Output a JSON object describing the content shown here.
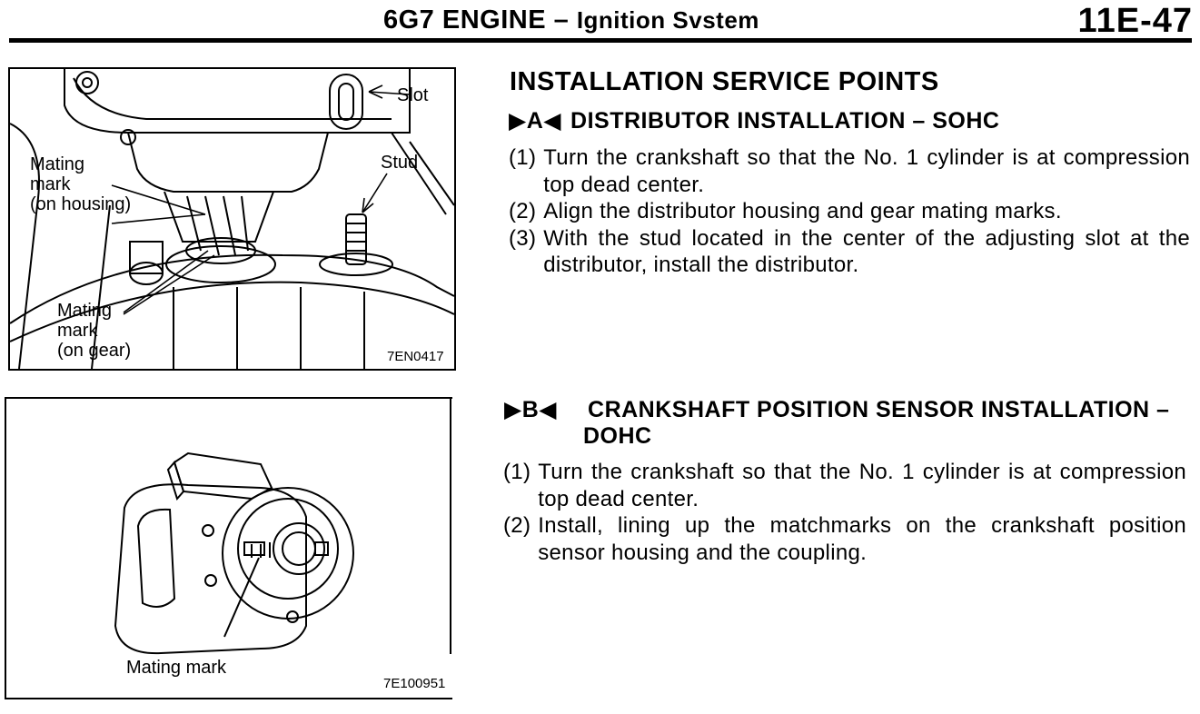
{
  "header": {
    "engine": "6G7 ENGINE –",
    "system": "Ignition Svstem",
    "page_number": "11E-47"
  },
  "figure1": {
    "labels": {
      "slot": "Slot",
      "stud": "Stud",
      "mating_housing_1": "Mating",
      "mating_housing_2": "mark",
      "mating_housing_3": "(on housing)",
      "mating_gear_1": "Mating",
      "mating_gear_2": "mark",
      "mating_gear_3": "(on gear)"
    },
    "code": "7EN0417"
  },
  "figure2": {
    "label": "Mating mark",
    "code": "7E100951"
  },
  "main": {
    "title": "INSTALLATION SERVICE POINTS",
    "section_a": {
      "marker": "▶A◀",
      "heading": "DISTRIBUTOR INSTALLATION – SOHC",
      "steps": [
        {
          "num": "(1)",
          "text": "Turn the crankshaft so that the No. 1 cylinder is at compression top dead center."
        },
        {
          "num": "(2)",
          "text": "Align the distributor housing and gear mating marks."
        },
        {
          "num": "(3)",
          "text": "With the stud located in the center of the adjusting slot at the distributor, install the distributor."
        }
      ]
    },
    "section_b": {
      "marker": "▶B◀",
      "heading_line1": "CRANKSHAFT POSITION SENSOR INSTALLATION –",
      "heading_line2": "DOHC",
      "steps": [
        {
          "num": "(1)",
          "text": "Turn the crankshaft so that the No. 1 cylinder is at compression top dead center."
        },
        {
          "num": "(2)",
          "text": "Install, lining up the matchmarks on the crankshaft position sensor housing and the coupling."
        }
      ]
    }
  }
}
